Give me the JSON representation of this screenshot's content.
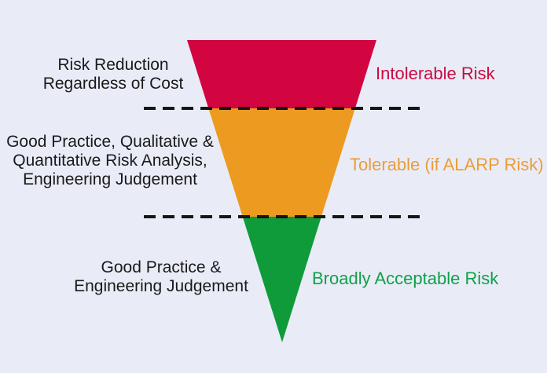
{
  "colors": {
    "background": "#E9ECF7",
    "intolerable_region": "#D20540",
    "tolerable_region": "#EC9B20",
    "acceptable_region": "#109B3B",
    "divider": "#161616",
    "left_text": "#1A1A1A",
    "intolerable_text": "#C90B41",
    "tolerable_text": "#EB9D39",
    "acceptable_text": "#119F4A"
  },
  "left_labels": [
    {
      "lines": [
        "Risk Reduction",
        "Regardless of Cost"
      ]
    },
    {
      "lines": [
        "Good Practice, Qualitative &",
        "Quantitative Risk Analysis,",
        "Engineering Judgement"
      ]
    },
    {
      "lines": [
        "Good Practice &",
        "Engineering Judgement"
      ]
    }
  ],
  "right_labels": [
    {
      "text": "Intolerable Risk"
    },
    {
      "text": "Tolerable (if ALARP Risk)"
    },
    {
      "text": "Broadly Acceptable Risk"
    }
  ]
}
